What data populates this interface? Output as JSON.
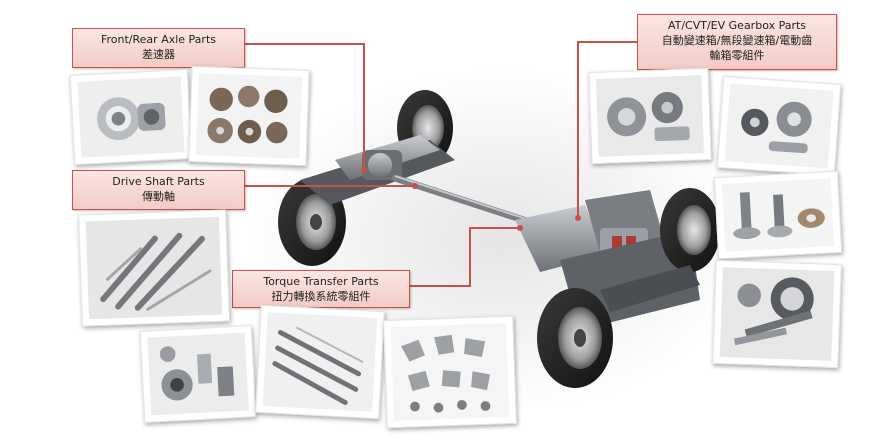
{
  "labels": {
    "axle": {
      "en": "Front/Rear Axle Parts",
      "zh": "差速器"
    },
    "drive_shaft": {
      "en": "Drive Shaft Parts",
      "zh": "傳動軸"
    },
    "torque": {
      "en": "Torque Transfer Parts",
      "zh": "扭力轉換系統零組件"
    },
    "gearbox": {
      "en": "AT/CVT/EV Gearbox Parts",
      "zh1": "自動變速箱/無段變速箱/電動齒",
      "zh2": "輪箱零組件"
    }
  },
  "colors": {
    "accent": "#c8524a",
    "label_fill": "#f3cbc6",
    "metal": "#8d9196"
  },
  "photos": [
    {
      "name": "photo-differential-housing"
    },
    {
      "name": "photo-gear-set"
    },
    {
      "name": "photo-drive-shafts"
    },
    {
      "name": "photo-torque-hubs"
    },
    {
      "name": "photo-transfer-shafts"
    },
    {
      "name": "photo-shift-forks"
    },
    {
      "name": "photo-gearbox-assembly"
    },
    {
      "name": "photo-gearbox-components"
    },
    {
      "name": "photo-pinion-shafts"
    },
    {
      "name": "photo-ring-gear-pinion"
    }
  ]
}
